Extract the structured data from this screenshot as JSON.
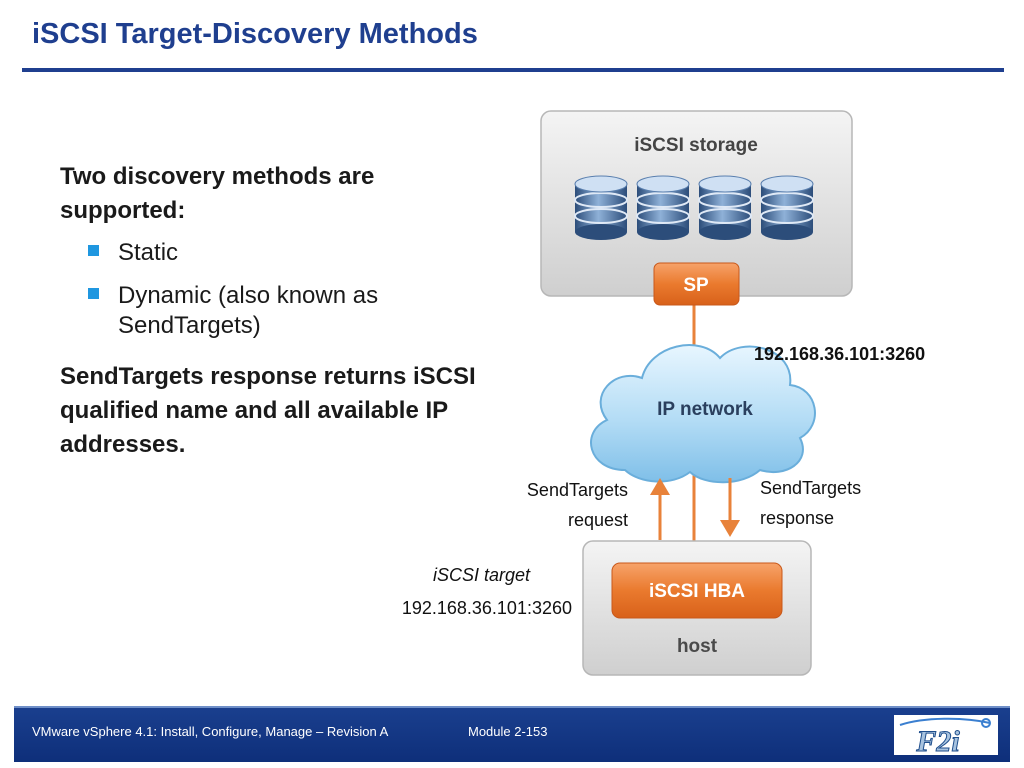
{
  "title": "iSCSI Target-Discovery Methods",
  "intro": "Two discovery methods are supported:",
  "bullets": [
    "Static",
    "Dynamic (also known as SendTargets)"
  ],
  "note": "SendTargets response returns iSCSI qualified name and all available IP addresses.",
  "diagram": {
    "storage_label": "iSCSI storage",
    "sp_label": "SP",
    "network_label": "IP network",
    "network_address": "192.168.36.101:3260",
    "request_line1": "SendTargets",
    "request_line2": "request",
    "response_line1": "SendTargets",
    "response_line2": "response",
    "target_label": "iSCSI target",
    "target_address": "192.168.36.101:3260",
    "hba_label": "iSCSI HBA",
    "host_label": "host"
  },
  "footer": {
    "course": "VMware vSphere 4.1: Install, Configure, Manage – Revision A",
    "module": "Module 2-153",
    "logo_text": "F2i"
  },
  "colors": {
    "title_blue": "#1f3f8f",
    "bullet_blue": "#1f97e0",
    "orange": "#ea7a2e",
    "arrow_orange": "#e8823a",
    "footer_blue": "#14378a"
  }
}
